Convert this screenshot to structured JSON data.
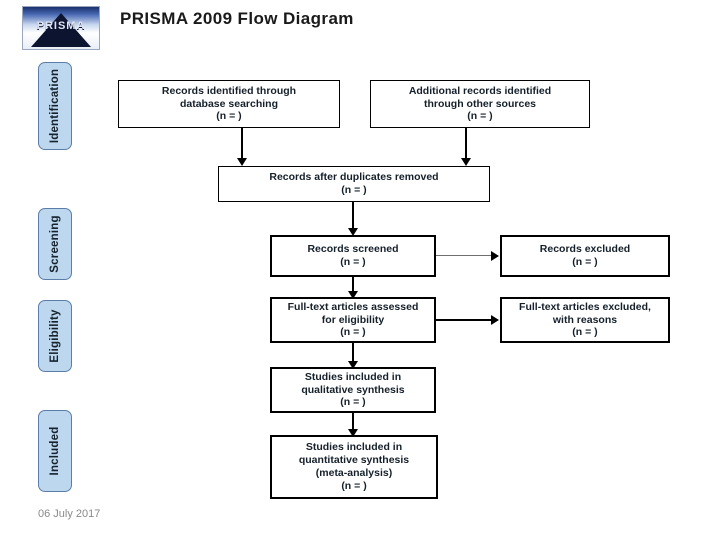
{
  "header": {
    "title": "PRISMA 2009 Flow Diagram",
    "logo_word": "PRISMA",
    "logo_name": "prisma-logo"
  },
  "stages": [
    {
      "label": "Identification"
    },
    {
      "label": "Screening"
    },
    {
      "label": "Eligibility"
    },
    {
      "label": "Included"
    }
  ],
  "boxes": {
    "database_searching": "Records identified through\ndatabase searching\n(n =   )",
    "other_sources": "Additional records identified\nthrough other sources\n(n =   )",
    "duplicates_removed": "Records after duplicates removed\n(n =   )",
    "records_screened": "Records screened\n(n =   )",
    "records_excluded": "Records excluded\n(n =   )",
    "fulltext_assessed": "Full-text articles assessed\nfor eligibility\n(n =   )",
    "fulltext_excluded": "Full-text articles excluded,\nwith reasons\n(n =   )",
    "qualitative_synthesis": "Studies included in\nqualitative synthesis\n(n =   )",
    "quantitative_synthesis": "Studies included in\nquantitative synthesis\n(meta-analysis)\n(n =   )"
  },
  "footer": {
    "date": "06 July 2017"
  },
  "colors": {
    "stage_fill": "#bdd7ee",
    "stage_border": "#5b7ea8",
    "box_border": "#000000",
    "title_text": "#1a1a1a",
    "footer_text": "#8a8a8a"
  }
}
